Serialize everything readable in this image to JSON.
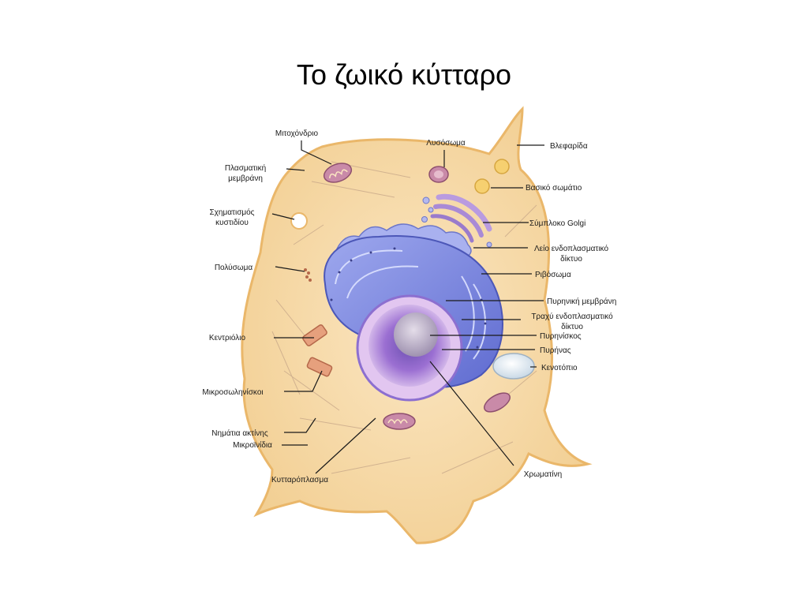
{
  "title": "Το ζωικό κύτταρο",
  "colors": {
    "cytoplasm": "#f5d7a3",
    "membrane": "#f0c27a",
    "nuclear_envelope": "#7f88d8",
    "nucleus": "#a67ad6",
    "nucleolus": "#c8bfd6",
    "mitochondria": "#c98aa8"
  },
  "labels": {
    "mitochondrion": "Μιτοχόνδριο",
    "lysosome": "Λυσόσωμα",
    "cilium": "Βλεφαρίδα",
    "plasma_membrane_line1": "Πλασματική",
    "plasma_membrane_line2": "μεμβράνη",
    "basal_body": "Βασικό σωμάτιο",
    "vesicle_formation_line1": "Σχηματισμός",
    "vesicle_formation_line2": "κυστιδίου",
    "golgi": "Σύμπλοκο Golgi",
    "smooth_er_line1": "Λείο ενδοπλασματικό",
    "smooth_er_line2": "δίκτυο",
    "polysome": "Πολύσωμα",
    "ribosome": "Ριβόσωμα",
    "nuclear_membrane": "Πυρηνική μεμβράνη",
    "rough_er_line1": "Τραχύ ενδοπλασματικό",
    "rough_er_line2": "δίκτυο",
    "centriole": "Κεντριόλιο",
    "nucleolus": "Πυρηνίσκος",
    "nucleus": "Πυρήνας",
    "vacuole": "Κενοτόπιο",
    "microtubules": "Μικροσωληνίσκοι",
    "actin_filaments": "Νημάτια ακτίνης",
    "microvilli": "Μικροϊνίδια",
    "cytoplasm": "Κυτταρόπλασμα",
    "chromatin": "Χρωματίνη"
  }
}
